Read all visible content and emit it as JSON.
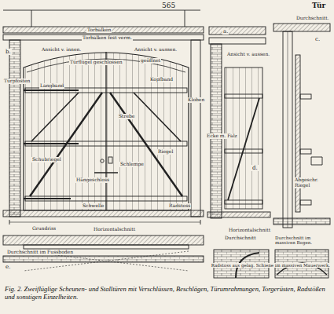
{
  "diagram": {
    "caption": "Fig. 2. Zweiflüglige Scheunen- und Stalltüren mit Verschlüssen, Beschlägen, Türumrahmungen, Torgerüsten, Radstößen und sonstigen Einzelheiten.",
    "labels": [
      "565",
      "Tür",
      "a.",
      "b.",
      "c.",
      "d.",
      "e.",
      "Ansicht v. innen.",
      "Ansicht v. aussen.",
      "Torbalken",
      "Torbalken fest verm.",
      "Ansicht v. aussen.",
      "Durchschnitt.",
      "Türpfosten",
      "Langband",
      "Strebe",
      "Kopfband",
      "Türflügel geschlossen",
      "geöffnet",
      "Schubriegel",
      "Hängeschloss",
      "Schlempe",
      "Riegel",
      "Schwelle",
      "Radstoss",
      "Grundriss",
      "Horizontalschnitt",
      "Durchschnitt im Fussboden",
      "Horizontalschnitt",
      "Durchschnitt",
      "Ecke m. Falz",
      "Abgeschr. Riegel",
      "Radstoss aus gelag. Schiene im massiven Mauerwerk.",
      "Durchschnitt im massiven Bogen.",
      "Kloben"
    ]
  }
}
